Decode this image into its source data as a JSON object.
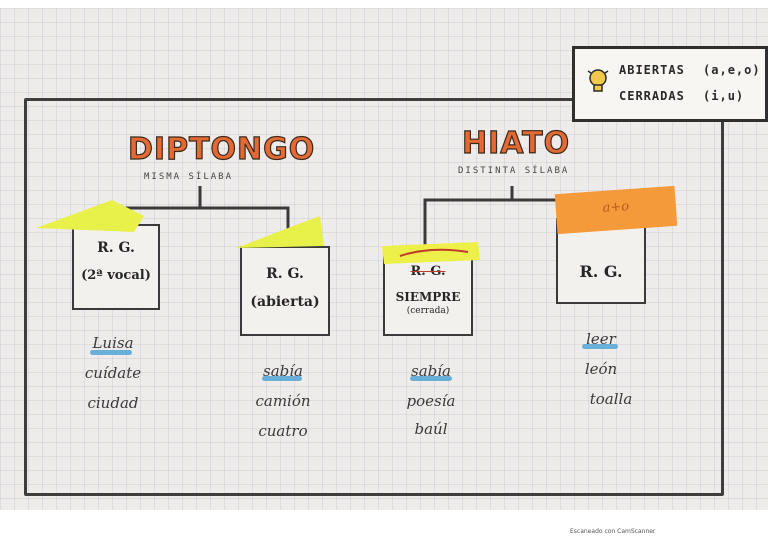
{
  "legend": {
    "open_label": "ABIERTAS",
    "open_vowels": "(a,e,o)",
    "closed_label": "CERRADAS",
    "closed_vowels": "(i,u)"
  },
  "diptongo": {
    "title": "DIPTONGO",
    "subtitle": "MISMA SÍLABA",
    "card1": {
      "line1": "R. G.",
      "line2": "(2ª vocal)"
    },
    "card2": {
      "line1": "R. G.",
      "line2": "(abierta)"
    },
    "words1": [
      "Luisa",
      "cuídate",
      "ciudad"
    ],
    "words2": [
      "sabía",
      "camión",
      "cuatro"
    ]
  },
  "hiato": {
    "title": "HIATO",
    "subtitle": "DISTINTA SÍLABA",
    "card1": {
      "line1": "R. G.",
      "line2": "SIEMPRE",
      "line3": "(cerrada)"
    },
    "card2": {
      "line1": "R. G."
    },
    "note_text": "a+o",
    "words1": [
      "sabía",
      "poesía",
      "baúl"
    ],
    "words2": [
      "leer",
      "león",
      "toalla"
    ]
  },
  "colors": {
    "title_orange": "#e46a35",
    "note_yellow": "#e8f04a",
    "note_orange": "#f59a3a",
    "underline_blue": "#5aa8d8"
  },
  "footer": "Escaneado con CamScanner"
}
